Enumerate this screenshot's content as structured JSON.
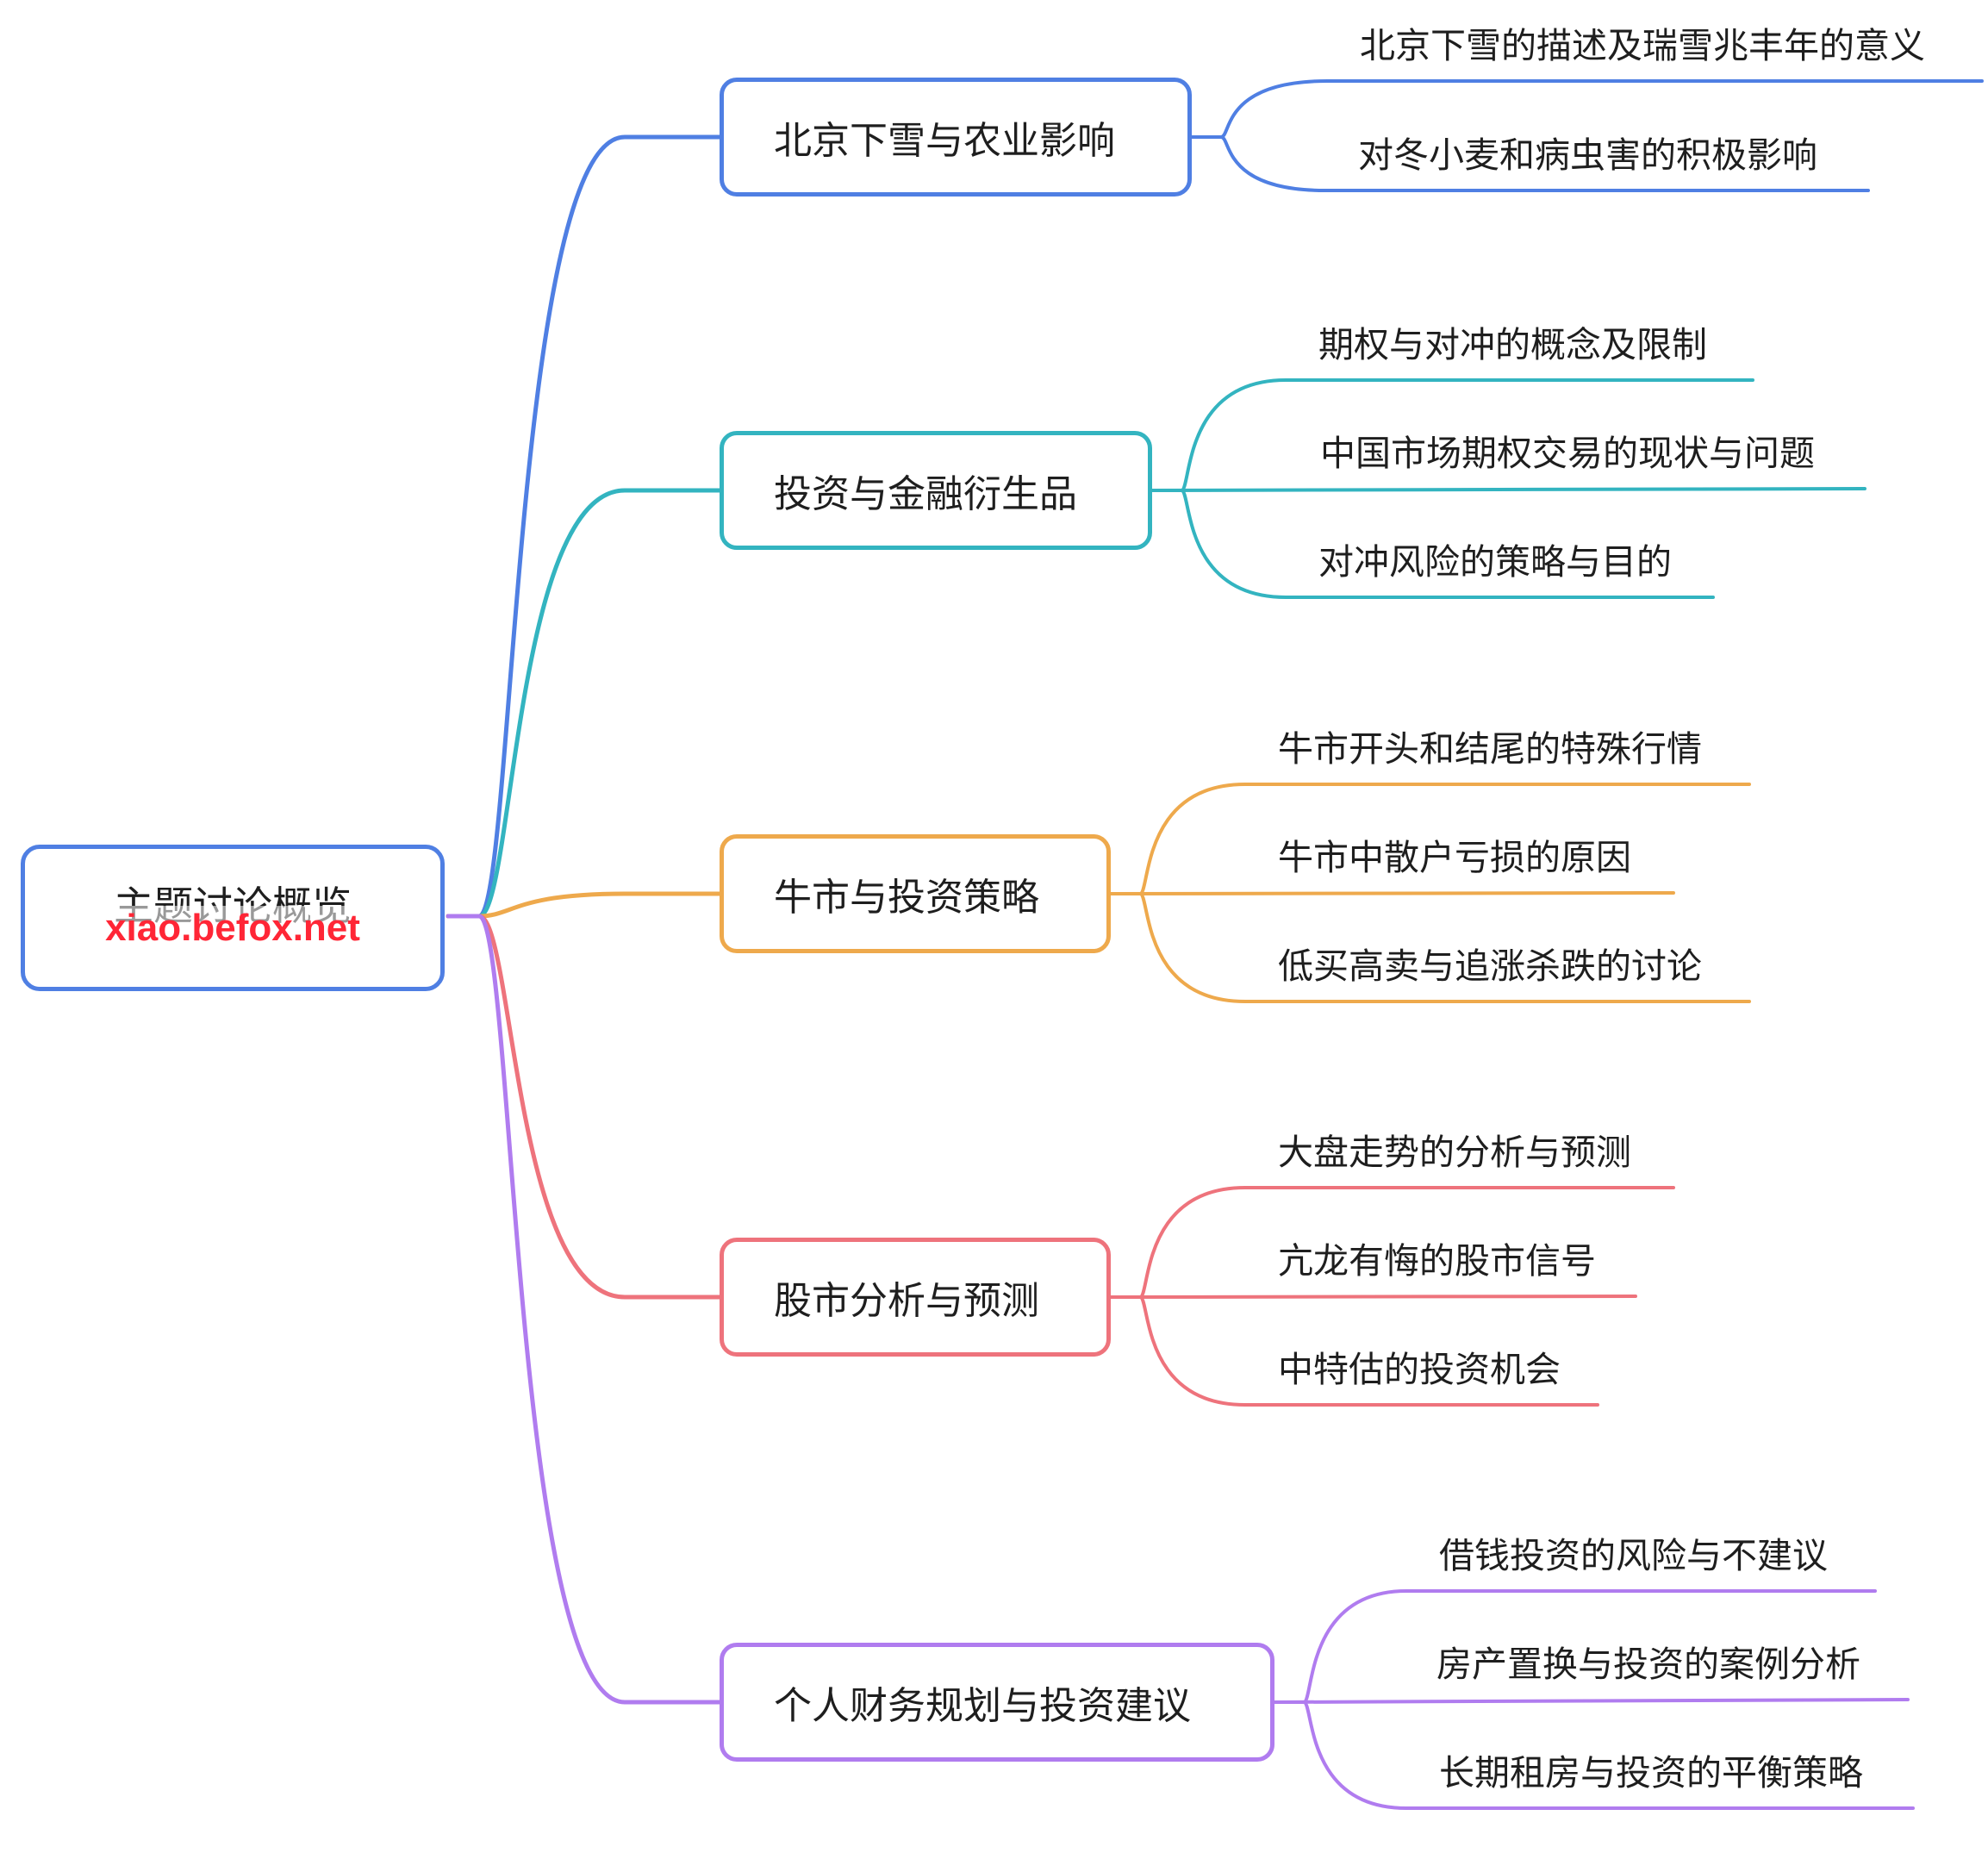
{
  "root": {
    "title": "主题讨论概览",
    "watermark": "xiao.befox.net"
  },
  "branches": [
    {
      "label": "北京下雪与农业影响",
      "color": "#4f7fe3",
      "children": [
        "北京下雪的描述及瑞雪兆丰年的意义",
        "对冬小麦和病虫害的积极影响"
      ]
    },
    {
      "label": "投资与金融衍生品",
      "color": "#33b4c0",
      "children": [
        "期权与对冲的概念及限制",
        "中国市场期权交易的现状与问题",
        "对冲风险的策略与目的"
      ]
    },
    {
      "label": "牛市与投资策略",
      "color": "#eea94c",
      "children": [
        "牛市开头和结尾的特殊行情",
        "牛市中散户亏损的原因",
        "低买高卖与追涨杀跌的讨论"
      ]
    },
    {
      "label": "股市分析与预测",
      "color": "#ee737c",
      "children": [
        "大盘走势的分析与预测",
        "亢龙有悔的股市信号",
        "中特估的投资机会"
      ]
    },
    {
      "label": "个人财务规划与投资建议",
      "color": "#b07cef",
      "children": [
        "借钱投资的风险与不建议",
        "房产置换与投资的案例分析",
        "长期租房与投资的平衡策略"
      ]
    }
  ]
}
